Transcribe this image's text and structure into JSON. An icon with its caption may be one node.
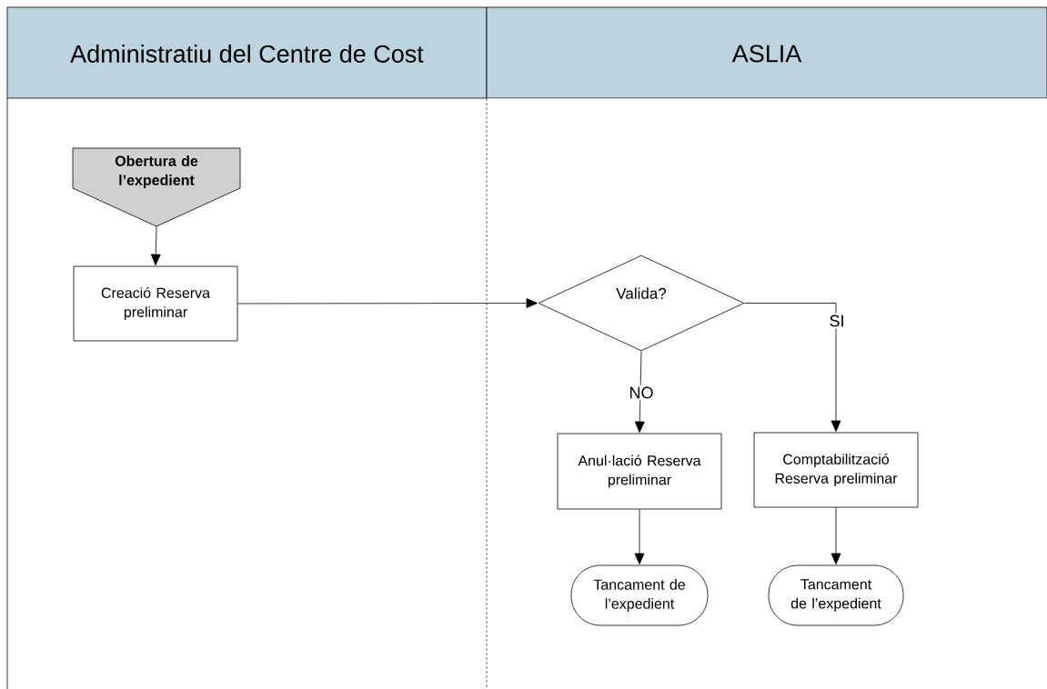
{
  "diagram": {
    "nodes": [
      {
        "text": [
          "Administratiu del Centre de Cost"
        ]
      },
      {
        "text": [
          "Obertura de l’expedient"
        ],
        "in": 0
      },
      {
        "text": [
          "Creació Reserva preliminar"
        ],
        "in": 0
      },
      {
        "text": [
          "ASLIA"
        ]
      },
      {
        "text": [
          "Valida?"
        ],
        "in": 3
      },
      {
        "text": [
          "Anul·lació Reserva preliminar"
        ],
        "in": 3
      },
      {
        "text": [
          "Comptabilització Reserva preliminar"
        ],
        "in": 3
      },
      {
        "text": [
          "Tancament de l’expedient"
        ],
        "in": 3
      },
      {
        "text": [
          "Tancament de l’expedient"
        ],
        "in": 3
      }
    ],
    "edges": [
      {
        "from": 1,
        "to": 2,
        "arrow": "to"
      },
      {
        "from": 2,
        "to": 4,
        "arrow": "to"
      },
      {
        "from": 4,
        "to": 5,
        "arrow": "to",
        "label": "NO"
      },
      {
        "from": 4,
        "to": 6,
        "arrow": "to",
        "label": "SI"
      },
      {
        "from": 5,
        "to": 7,
        "arrow": "to"
      },
      {
        "from": 6,
        "to": 8,
        "arrow": "to"
      }
    ]
  }
}
